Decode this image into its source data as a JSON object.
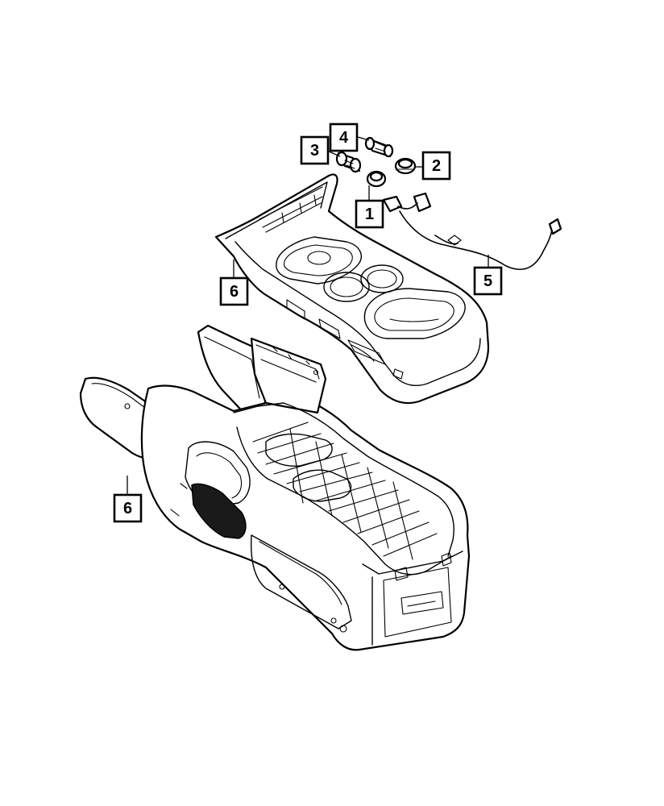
{
  "diagram": {
    "callouts": [
      {
        "id": "callout-1",
        "label": "1"
      },
      {
        "id": "callout-2",
        "label": "2"
      },
      {
        "id": "callout-3",
        "label": "3"
      },
      {
        "id": "callout-4",
        "label": "4"
      },
      {
        "id": "callout-5",
        "label": "5"
      },
      {
        "id": "callout-6-upper",
        "label": "6"
      },
      {
        "id": "callout-6-lower",
        "label": "6"
      }
    ]
  }
}
